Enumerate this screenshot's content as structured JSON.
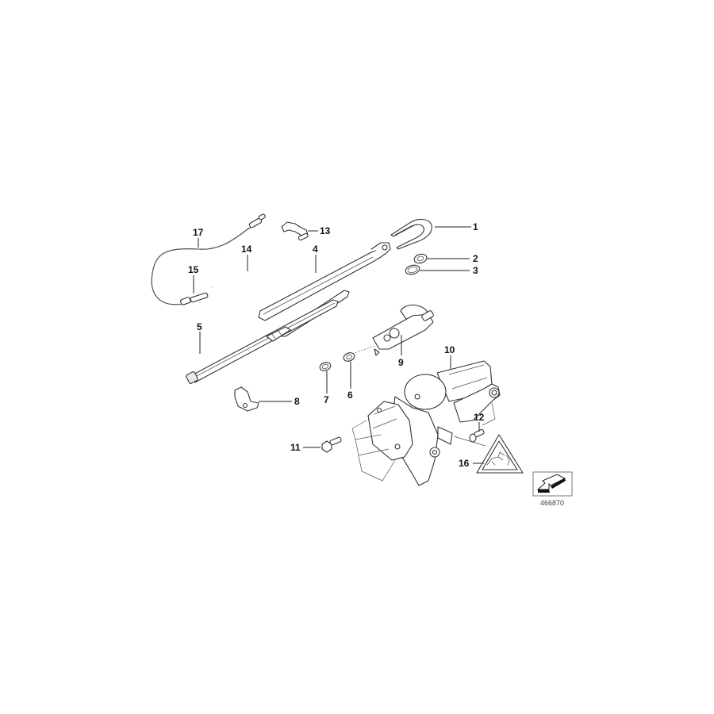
{
  "diagram": {
    "title": "Rear window wiper assembly - exploded parts view",
    "reference_number": "466870",
    "callouts": [
      {
        "id": "1",
        "label": "1",
        "part": "wiper arm cover cap"
      },
      {
        "id": "2",
        "label": "2",
        "part": "washer / nut"
      },
      {
        "id": "3",
        "label": "3",
        "part": "seal ring"
      },
      {
        "id": "4",
        "label": "4",
        "part": "wiper arm"
      },
      {
        "id": "5",
        "label": "5",
        "part": "wiper blade"
      },
      {
        "id": "6",
        "label": "6",
        "part": "grommet"
      },
      {
        "id": "7",
        "label": "7",
        "part": "seal ring"
      },
      {
        "id": "8",
        "label": "8",
        "part": "bracket"
      },
      {
        "id": "9",
        "label": "9",
        "part": "washer jet / spindle"
      },
      {
        "id": "10",
        "label": "10",
        "part": "wiper motor"
      },
      {
        "id": "11",
        "label": "11",
        "part": "bolt"
      },
      {
        "id": "12",
        "label": "12",
        "part": "bolt"
      },
      {
        "id": "13",
        "label": "13",
        "part": "spray nozzle"
      },
      {
        "id": "14",
        "label": "14",
        "part": "hose"
      },
      {
        "id": "15",
        "label": "15",
        "part": "hose connector"
      },
      {
        "id": "16",
        "label": "16",
        "part": "warning label"
      },
      {
        "id": "17",
        "label": "17",
        "part": "hose line"
      }
    ],
    "icons": {
      "warning": "warning-triangle-icon",
      "orientation": "orientation-arrow-icon"
    },
    "colors": {
      "line": "#333333",
      "text": "#111111",
      "background": "#ffffff"
    }
  }
}
